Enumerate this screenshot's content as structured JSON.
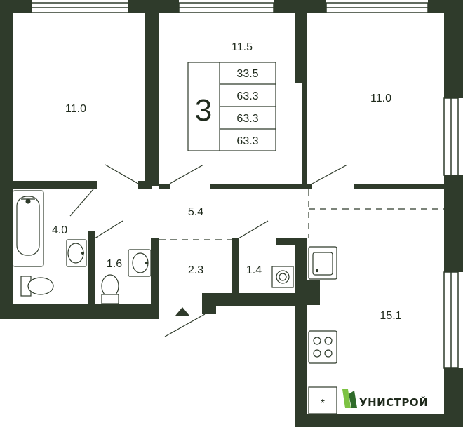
{
  "colors": {
    "wall": "#2f3b2b",
    "line": "#2f3b2b",
    "background": "#ffffff",
    "brand_green": "#7cc242",
    "brand_dark_green": "#2f6b2a"
  },
  "rooms": {
    "bedroom_left": "11.0",
    "bedroom_center": "11.5",
    "bedroom_right": "11.0",
    "corridor": "5.4",
    "bathroom": "4.0",
    "toilet": "1.6",
    "hall": "2.3",
    "laundry": "1.4",
    "kitchen": "15.1"
  },
  "info": {
    "rooms_count": "3",
    "areas": [
      "33.5",
      "63.3",
      "63.3",
      "63.3"
    ]
  },
  "legend": {
    "asterisk": "*"
  },
  "brand": {
    "name": "УНИСТРОЙ"
  }
}
